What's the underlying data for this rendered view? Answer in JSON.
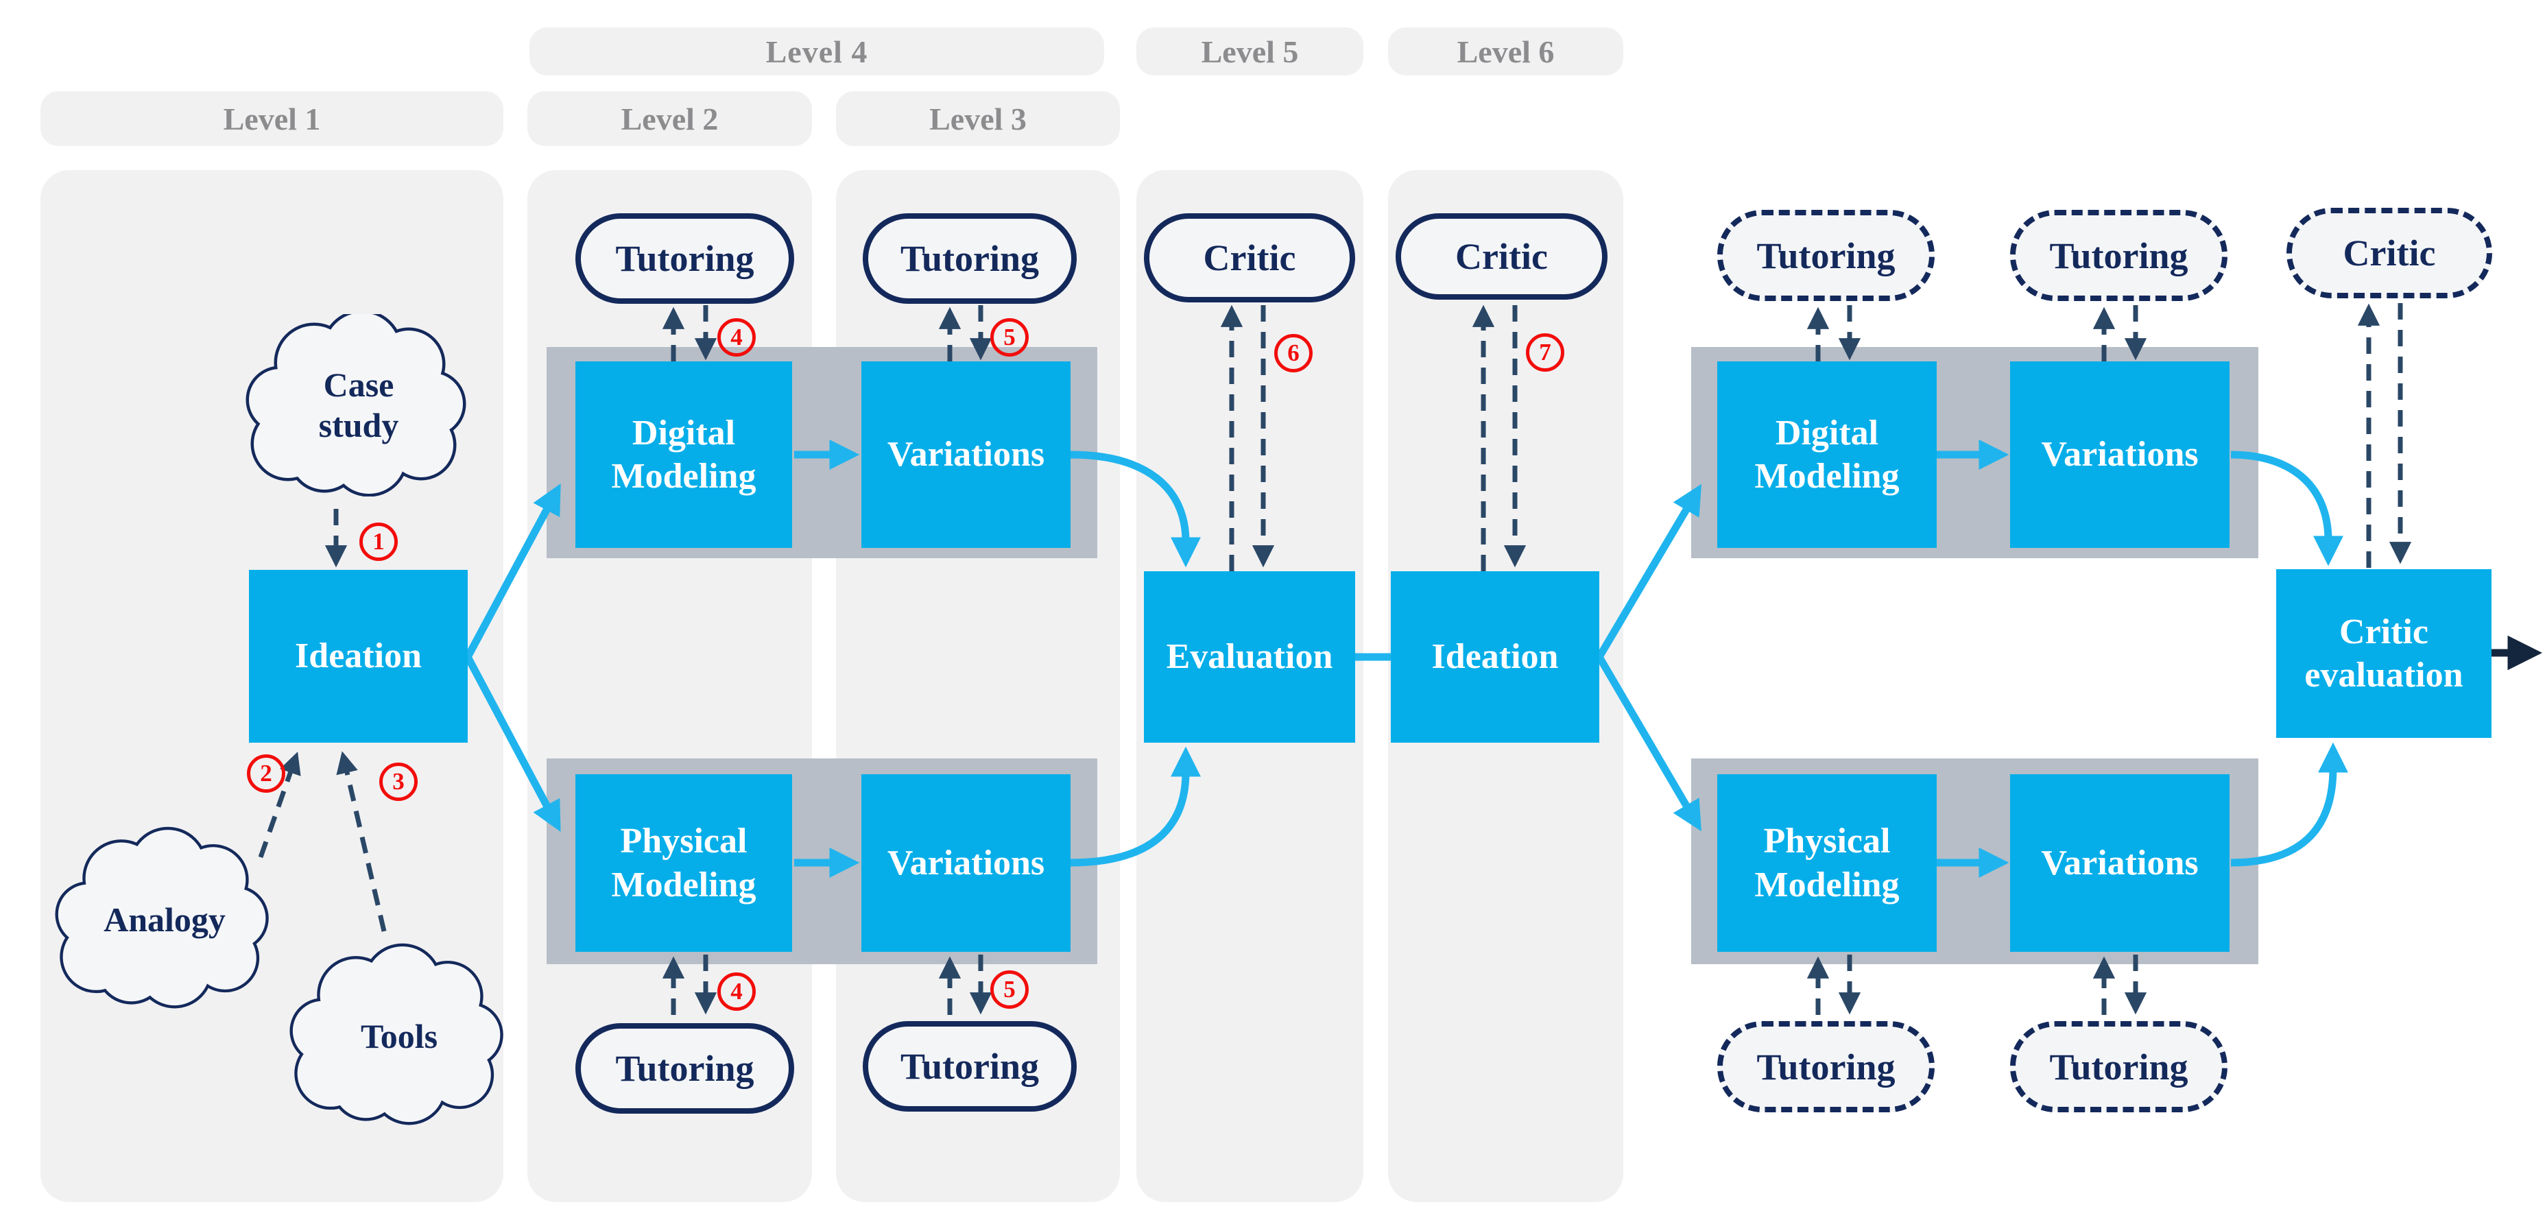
{
  "levels": {
    "l1": "Level 1",
    "l2": "Level 2",
    "l3": "Level 3",
    "l4": "Level 4",
    "l5": "Level 5",
    "l6": "Level 6"
  },
  "nodes": {
    "ideation": "Ideation",
    "digital_modeling": "Digital Modeling",
    "physical_modeling": "Physical Modeling",
    "variations": "Variations",
    "evaluation": "Evaluation",
    "critic_evaluation": "Critic evaluation"
  },
  "pills": {
    "tutoring": "Tutoring",
    "critic": "Critic"
  },
  "clouds": {
    "case_study": "Case study",
    "analogy": "Analogy",
    "tools": "Tools"
  },
  "step_markers": {
    "s1": "1",
    "s2": "2",
    "s3": "3",
    "s4": "4",
    "s5": "5",
    "s6": "6",
    "s7": "7"
  },
  "palette": {
    "node_fill": "#06AEE9",
    "flow_arrow": "#1FB4EE",
    "outline_navy": "#14295B",
    "dashed_arrow": "#2A4766",
    "marker_red": "#F20D0A",
    "band_gray": "#B7BEC7",
    "column_bg": "#F1F1F2",
    "level_text": "#8C8C8E",
    "exit_arrow": "#14263E"
  }
}
